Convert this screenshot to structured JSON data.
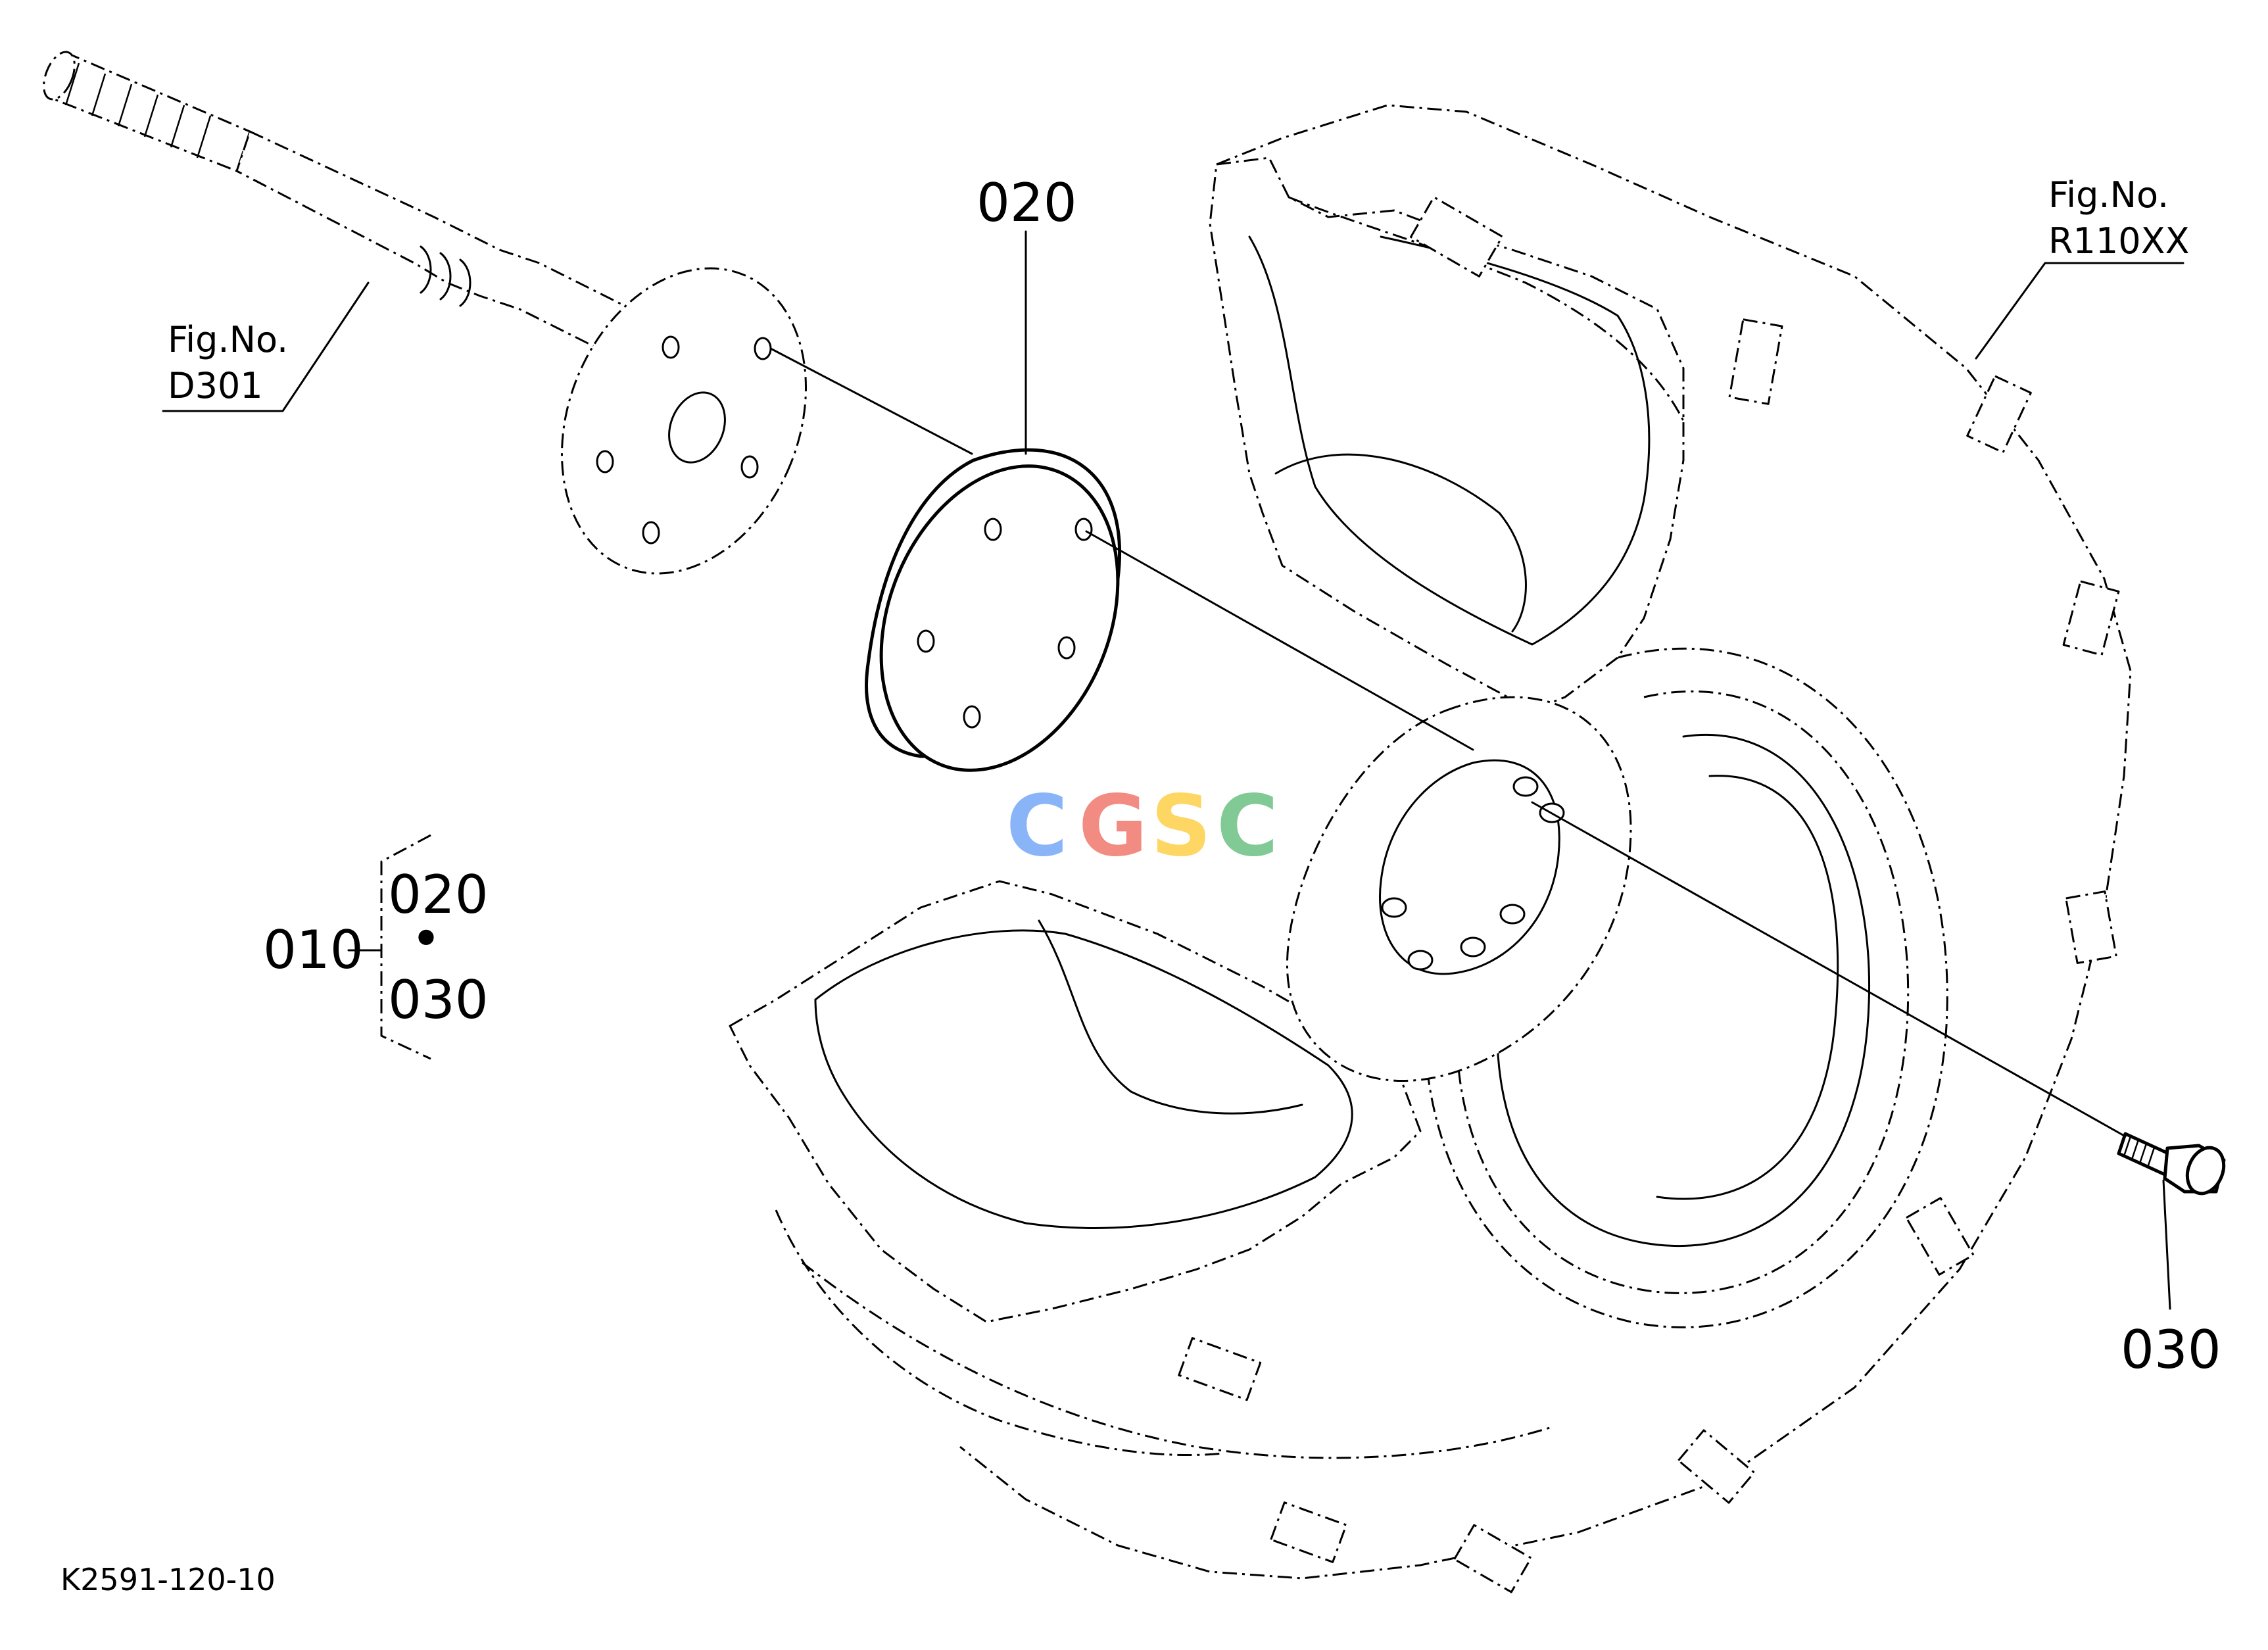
{
  "callouts": {
    "part_020": "020",
    "part_030": "030",
    "group_010": "010",
    "group_member_020": "020",
    "group_separator": "•",
    "group_member_030": "030"
  },
  "references": {
    "shaft_fig_label": "Fig.No.",
    "shaft_fig_number": "D301",
    "tire_fig_label": "Fig.No.",
    "tire_fig_number": "R110XX"
  },
  "drawing_code": "K2591-120-10",
  "watermark": {
    "letters": [
      "C",
      "G",
      "S",
      "C"
    ],
    "colors": [
      "#8ab4f8",
      "#f28b82",
      "#fdd663",
      "#81c995"
    ]
  }
}
